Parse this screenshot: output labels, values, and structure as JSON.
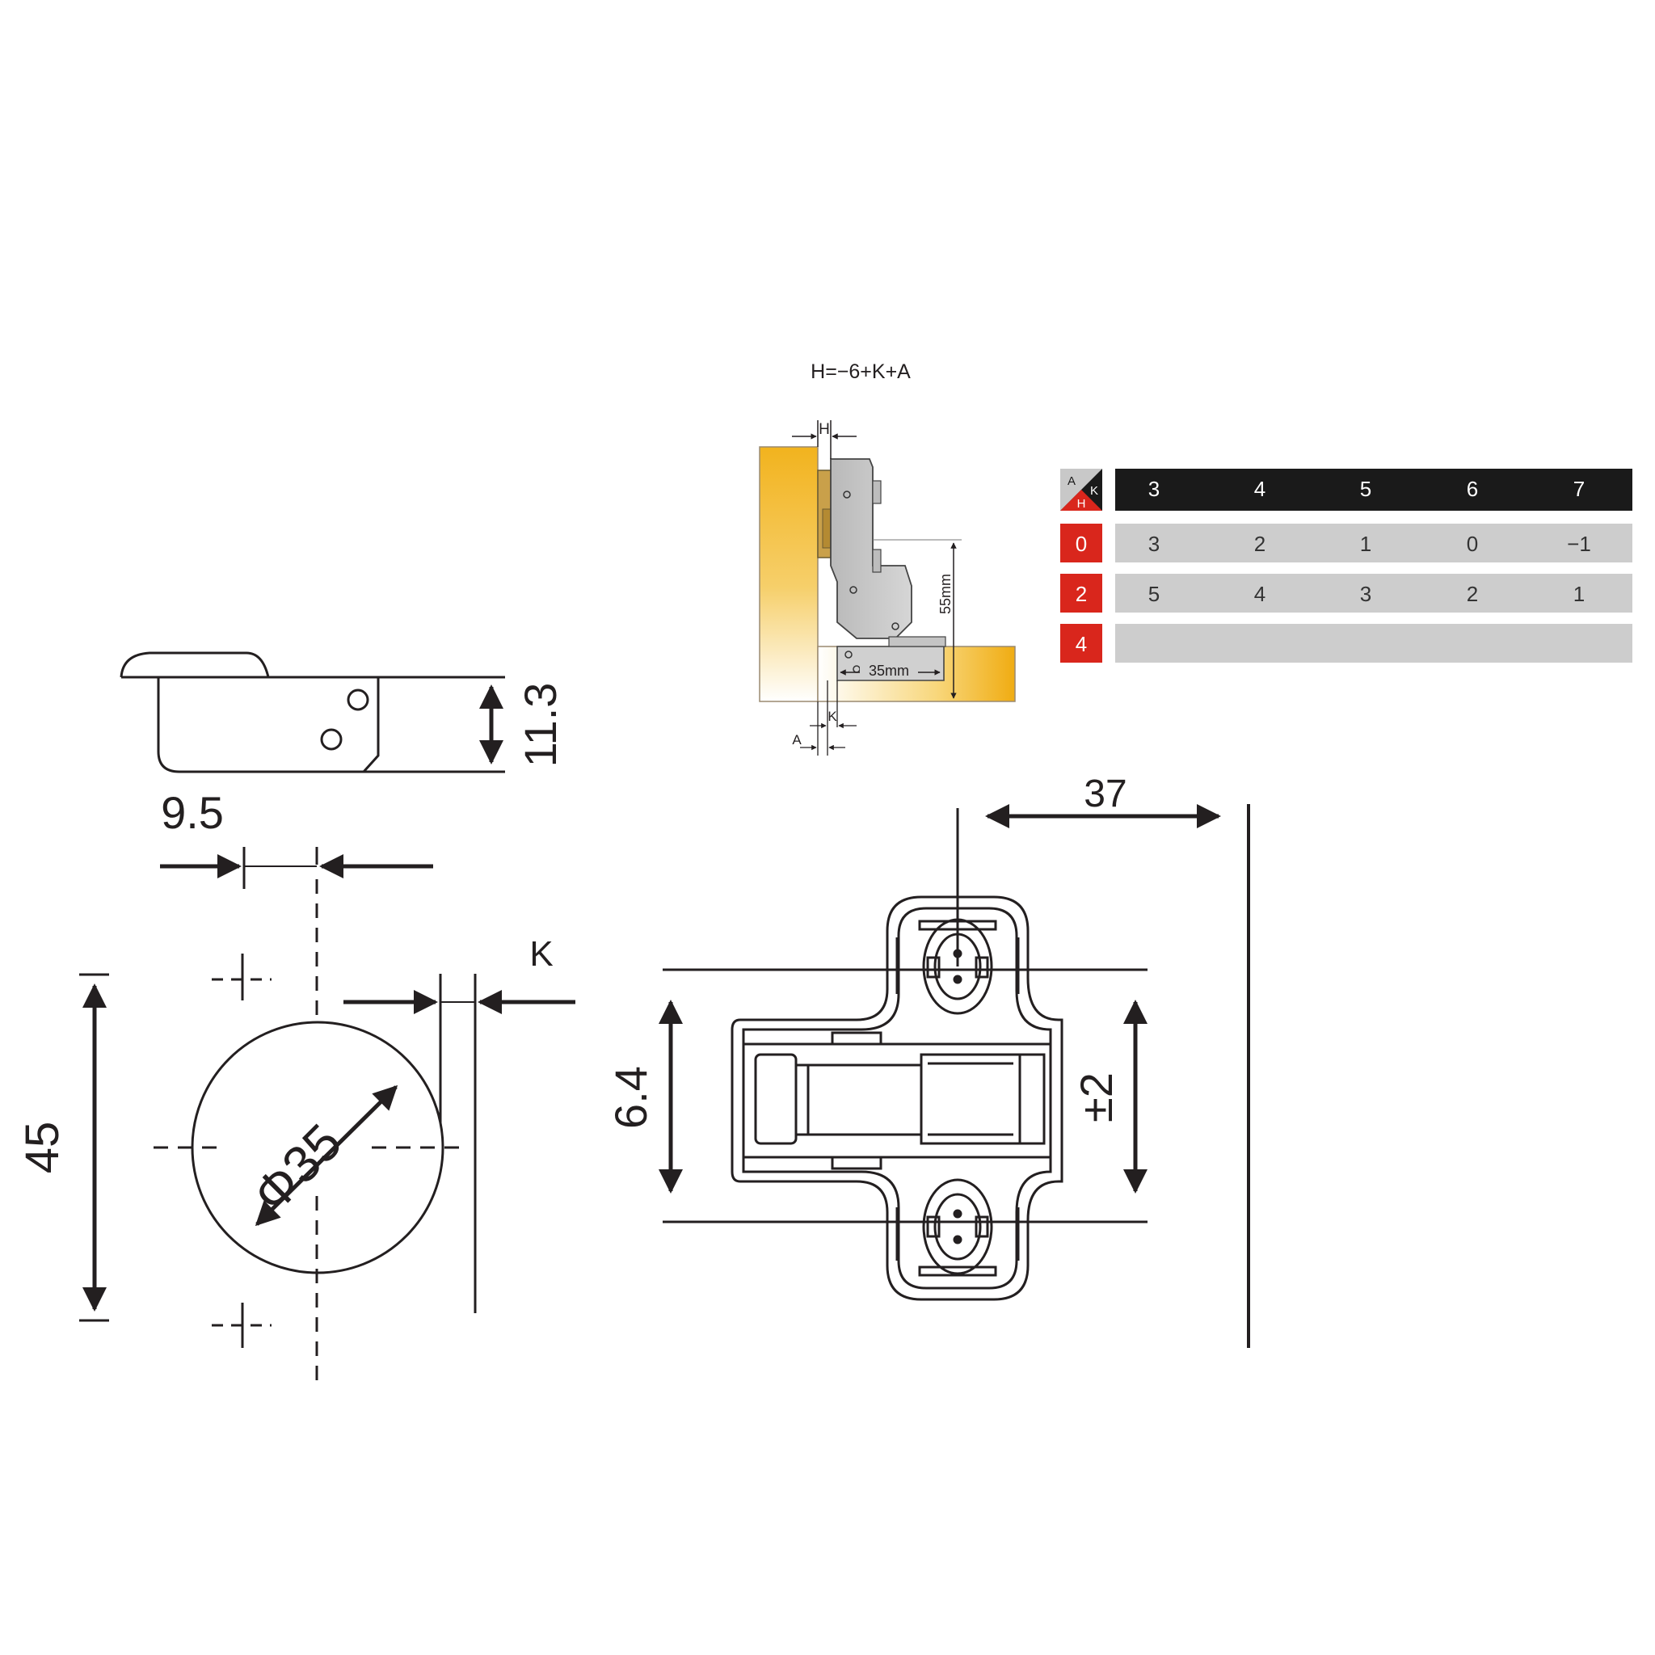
{
  "formula": "H=−6+K+A",
  "side_view": {
    "label_h": "H",
    "label_k": "K",
    "label_a": "A",
    "label_55": "55mm",
    "label_35": "35mm",
    "wood_color": "#f2b31e"
  },
  "table": {
    "corner": {
      "a": "A",
      "k": "K",
      "h": "H"
    },
    "header": [
      "3",
      "4",
      "5",
      "6",
      "7"
    ],
    "rows": [
      {
        "label": "0",
        "values": [
          "3",
          "2",
          "1",
          "0",
          "−1"
        ]
      },
      {
        "label": "2",
        "values": [
          "5",
          "4",
          "3",
          "2",
          "1"
        ]
      },
      {
        "label": "4",
        "values": [
          "",
          "",
          "",
          "",
          ""
        ]
      }
    ],
    "header_bg": "#1a1a1a",
    "row_bg": "#cdcdcd",
    "label_bg": "#d9261c"
  },
  "dimensions": {
    "height_11_3": "11.3",
    "offset_9_5": "9.5",
    "gap_k": "K",
    "span_45": "45",
    "diameter": "Φ35",
    "reach_37": "37",
    "spacing_6_4": "6.4",
    "adjust_2": "±2"
  },
  "line_color": "#231f20"
}
